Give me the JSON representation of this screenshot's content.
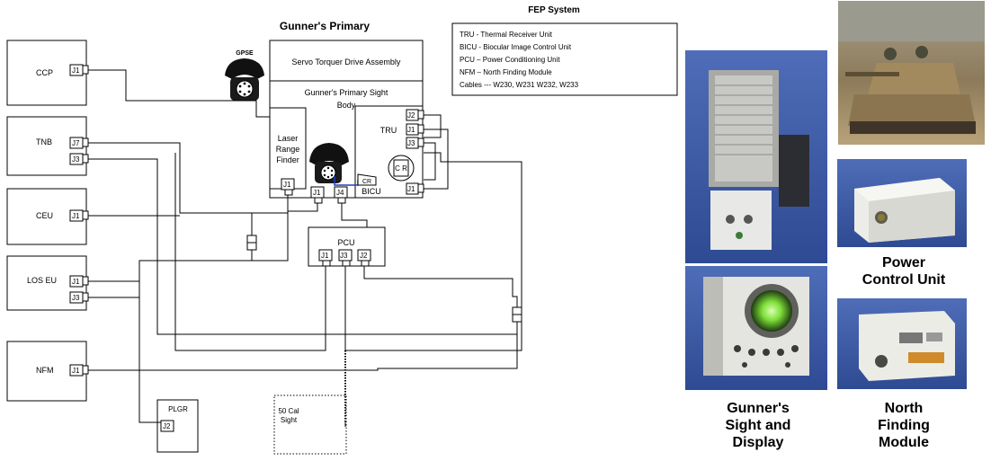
{
  "title": "Gunner's Primary",
  "fep_box": {
    "heading": "FEP System",
    "lines": [
      "TRU - Thermal Receiver Unit",
      "BICU - Biocular Image Control Unit",
      "PCU – Power Conditioning Unit",
      "NFM – North Finding Module",
      "Cables --- W230, W231 W232, W233"
    ]
  },
  "left_units": [
    {
      "name": "CCP",
      "connectors": [
        "J1"
      ]
    },
    {
      "name": "TNB",
      "connectors": [
        "J7",
        "J3"
      ]
    },
    {
      "name": "CEU",
      "connectors": [
        "J1"
      ]
    },
    {
      "name": "LOS EU",
      "connectors": [
        "J1",
        "J3"
      ]
    },
    {
      "name": "NFM",
      "connectors": [
        "J1"
      ]
    }
  ],
  "gps": {
    "gpse_label": "GPSE",
    "servo_label": "Servo Torquer Drive Assembly",
    "sight_body_line1": "Gunner's Primary Sight",
    "sight_body_line2": "Body",
    "lrf_line1": "Laser",
    "lrf_line2": "Range",
    "lrf_line3": "Finder",
    "lrf_conn": "J1",
    "ssu_j1": "J1",
    "ssu_j4": "J4",
    "tru_label": "TRU",
    "tru_conns": [
      "J2",
      "J1",
      "J3"
    ],
    "bicu_label": "BICU",
    "bicu_conn": "J1",
    "cr_small": "CR",
    "cr_big": "C R"
  },
  "pcu": {
    "label": "PCU",
    "connectors": [
      "J1",
      "J3",
      "J2"
    ]
  },
  "plgr": {
    "label": "PLGR",
    "connector": "J2"
  },
  "cal50": {
    "line1": "50 Cal",
    "line2": "Sight"
  },
  "captions": {
    "gunner_sight": [
      "Gunner's",
      "Sight and",
      "Display"
    ],
    "power_control": [
      "Power",
      "Control Unit"
    ],
    "north_finding": [
      "North",
      "Finding",
      "Module"
    ]
  }
}
